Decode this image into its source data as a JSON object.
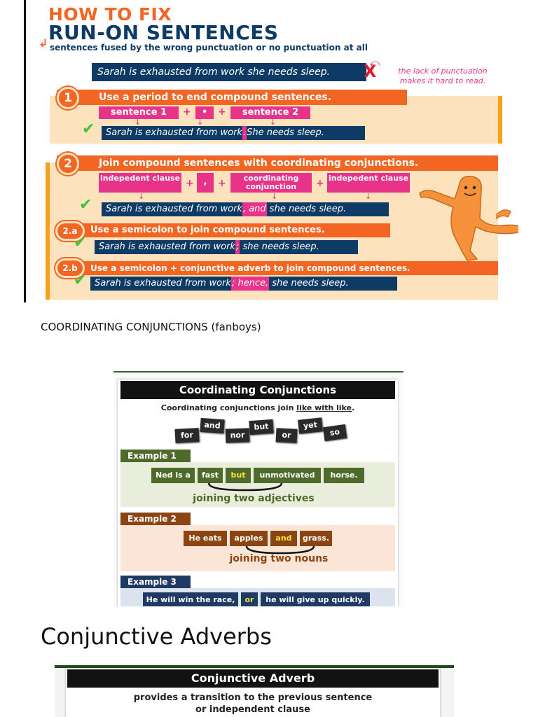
{
  "info1": {
    "title_line1": "HOW TO FIX",
    "title_line2": "RUN-ON SENTENCES",
    "subtitle": "sentences fused by the wrong punctuation or no punctuation at all",
    "bad_example": "Sarah is exhausted from work she needs sleep.",
    "bad_mark": "X",
    "note_line1": "the lack of punctuation",
    "note_line2": "makes it hard to read.",
    "step1": {
      "number": "1",
      "title": "Use a period to end compound sentences.",
      "formula": [
        "sentence 1",
        "•",
        "sentence 2"
      ],
      "example_a": "Sarah is exhausted from work",
      "example_hl": ".",
      "example_b": "She needs sleep."
    },
    "step2": {
      "number": "2",
      "title": "Join compound sentences with coordinating conjunctions.",
      "formula": [
        "indepedent clause",
        ",",
        "coordinating conjunction",
        "indepedent clause"
      ],
      "example_a": "Sarah is exhausted from work",
      "example_hl": ", and",
      "example_b": " she needs sleep."
    },
    "step2a": {
      "number": "2.a",
      "title": "Use a semicolon to join compound sentences.",
      "example_a": "Sarah is exhausted from work",
      "example_hl": ";",
      "example_b": " she needs sleep."
    },
    "step2b": {
      "number": "2.b",
      "title": "Use a semicolon + conjunctive adverb to join compound sentences.",
      "example_a": "Sarah is exhausted from work",
      "example_hl": "; hence,",
      "example_b": " she needs sleep."
    },
    "colors": {
      "orange": "#f26522",
      "navy": "#0d3b66",
      "pink": "#e8338b",
      "panel": "#fde3bd",
      "check": "#3bc43b"
    }
  },
  "caption1": "COORDINATING CONJUNCTIONS  (fanboys)",
  "info2": {
    "title": "Coordinating Conjunctions",
    "sub_before": "Coordinating conjunctions join ",
    "sub_underlined": "like with like",
    "sub_after": ".",
    "fanboys": [
      "for",
      "and",
      "nor",
      "but",
      "or",
      "yet",
      "so"
    ],
    "example1": {
      "label": "Example 1",
      "tiles": [
        "Ned is a",
        "fast",
        "but",
        "unmotivated",
        "horse."
      ],
      "note": "joining two adjectives",
      "color": "#4e6b2b"
    },
    "example2": {
      "label": "Example 2",
      "tiles": [
        "He eats",
        "apples",
        "and",
        "grass."
      ],
      "note": "joining two nouns",
      "color": "#8b4513"
    },
    "example3": {
      "label": "Example 3",
      "tiles": [
        "He will win the race,",
        "or",
        "he will give up quickly."
      ],
      "color": "#1f3b63"
    }
  },
  "heading2": "Conjunctive Adverbs",
  "info3": {
    "title": "Conjunctive Adverb",
    "sub_line1": "provides a transition to the previous sentence",
    "sub_line2": "or independent clause"
  }
}
